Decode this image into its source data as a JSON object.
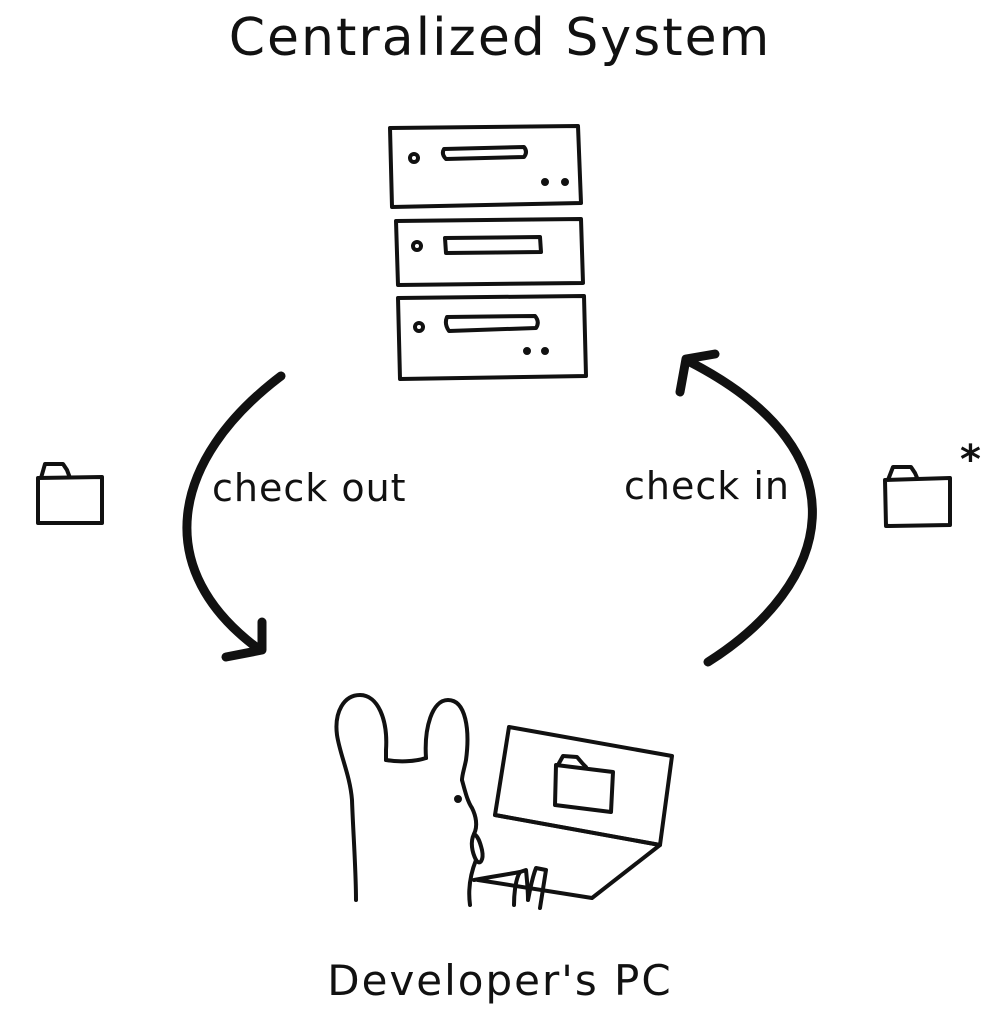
{
  "diagram": {
    "title": "Centralized System",
    "bottom_label": "Developer's PC",
    "flows": {
      "checkout_label": "check out",
      "checkin_label": "check in",
      "modified_marker": "*"
    },
    "icons": {
      "server": "server-rack-icon",
      "folder_clean": "folder-icon",
      "folder_modified": "folder-icon",
      "developer": "bear-developer-icon",
      "laptop": "laptop-icon"
    },
    "colors": {
      "stroke": "#111111",
      "background": "#ffffff"
    }
  }
}
